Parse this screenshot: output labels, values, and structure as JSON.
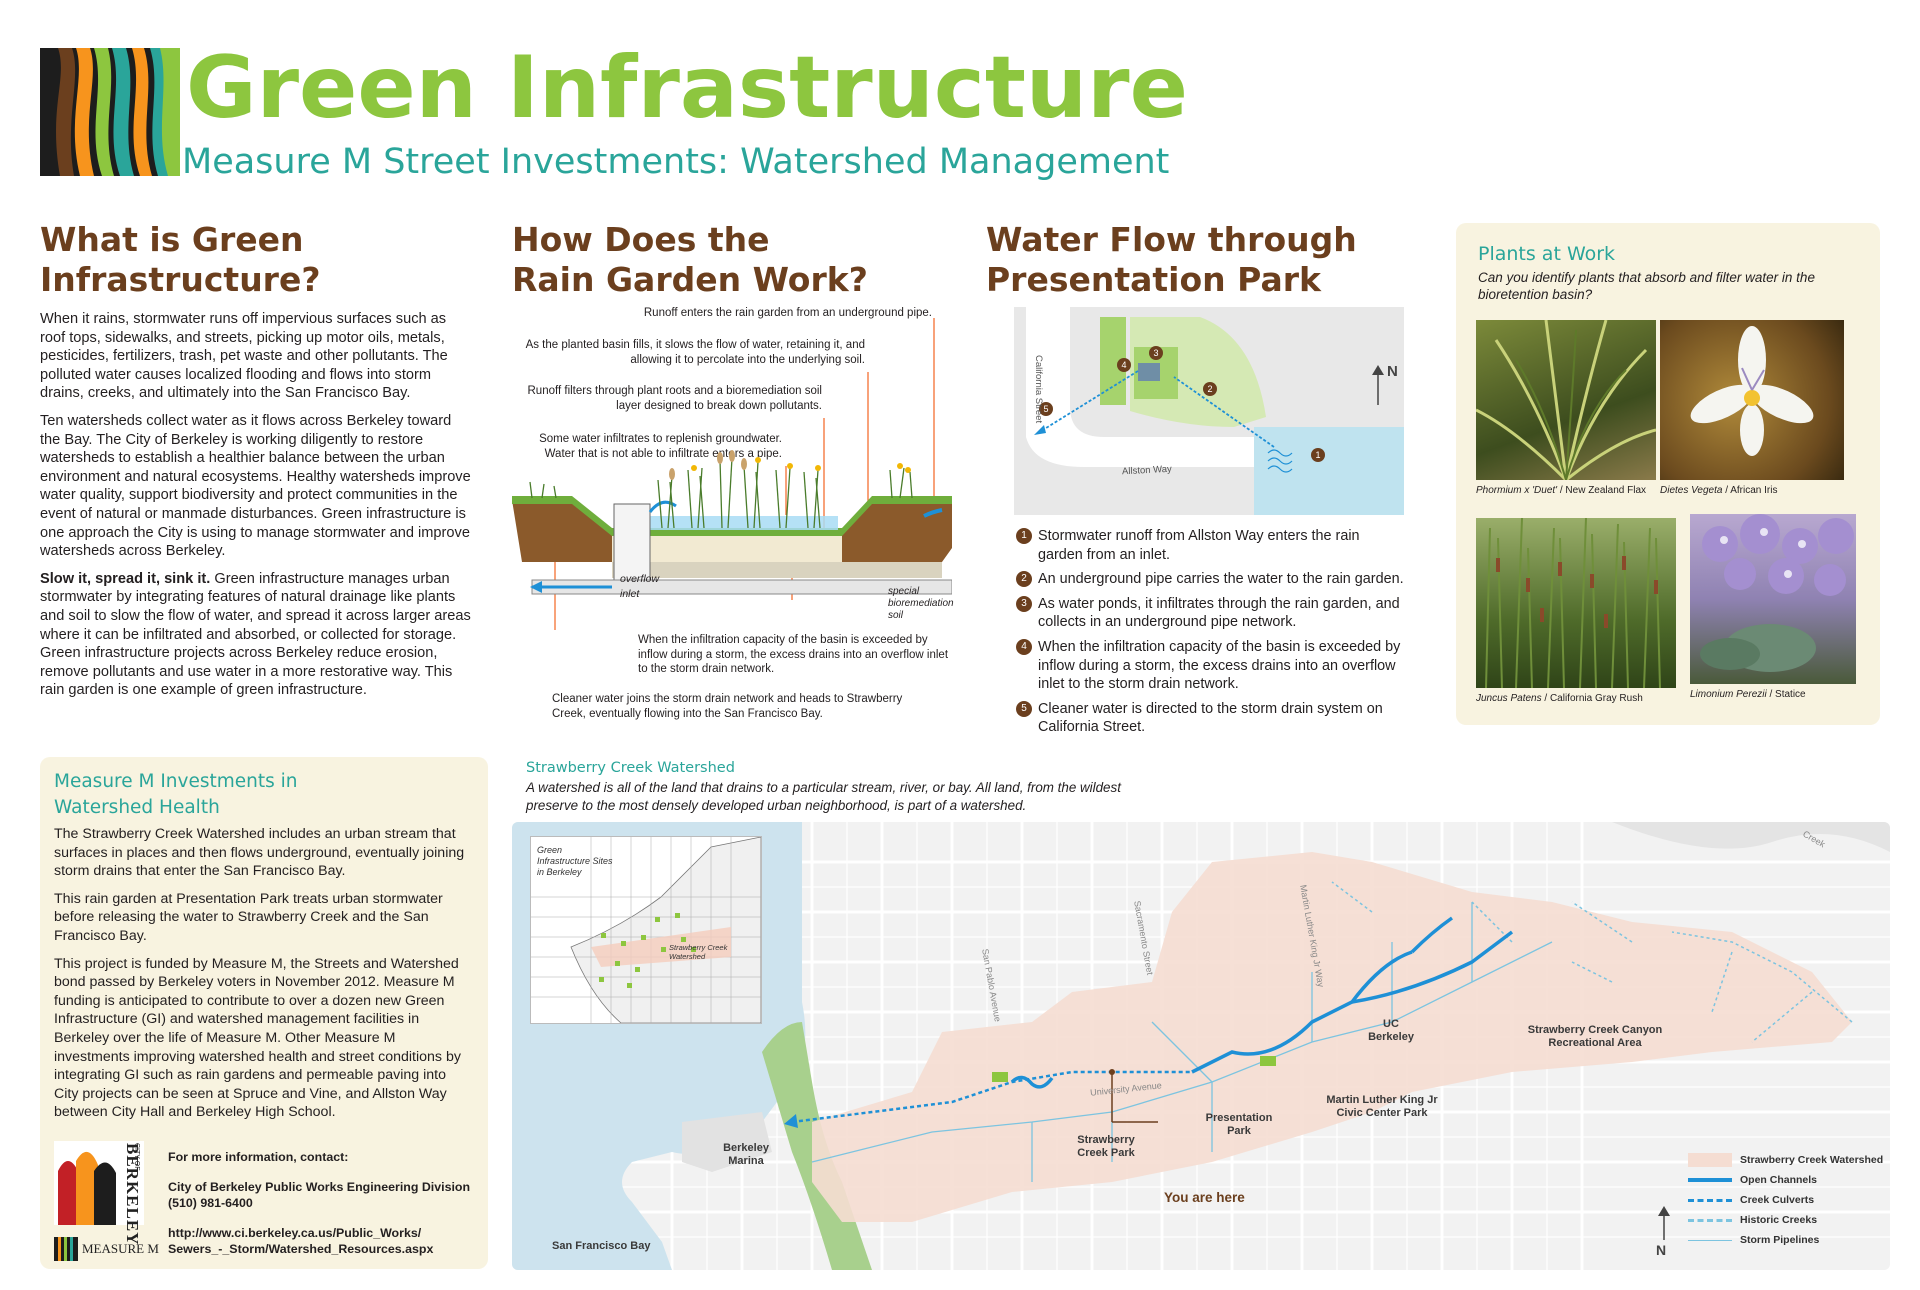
{
  "header": {
    "title": "Green Infrastructure",
    "subtitle": "Measure M Street Investments: Watershed Management"
  },
  "colors": {
    "title_green": "#8dc63f",
    "subtitle_teal": "#2aa59a",
    "heading_brown": "#6b3f1e",
    "panel_cream": "#f8f3e0",
    "watershed_pink": "#f5ddd2",
    "creek_blue": "#1e90d6"
  },
  "section_green": {
    "heading": "What is Green Infrastructure?",
    "p1": "When it rains, stormwater runs off impervious surfaces such as roof tops, sidewalks, and streets, picking up motor oils, metals, pesticides, fertilizers, trash, pet waste and other pollutants. The polluted water causes localized flooding and flows into storm drains, creeks, and ultimately into the San Francisco Bay.",
    "p2": "Ten watersheds collect water as it flows across Berkeley toward the Bay. The City of Berkeley is working diligently to restore watersheds to establish a healthier balance between the urban environment and natural ecosystems. Healthy watersheds improve water quality, support biodiversity and protect communities in the event of natural or manmade disturbances. Green infrastructure is one approach the City is using to manage stormwater and improve watersheds across Berkeley.",
    "p3_bold": "Slow it, spread it, sink it.",
    "p3": " Green infrastructure manages urban stormwater by integrating features of natural drainage like plants and soil to slow the flow of water, and spread it across larger areas where it can be infiltrated and absorbed, or collected for storage. Green infrastructure projects across Berkeley reduce erosion, remove pollutants and use water in a more restorative way. This rain garden is one example of green infrastructure."
  },
  "section_rain": {
    "heading_line1": "How Does the",
    "heading_line2": "Rain Garden Work?",
    "callouts": [
      "Runoff enters the rain garden from an underground pipe.",
      "As the planted basin fills, it slows the flow of water, retaining it, and allowing it to percolate into the underlying soil.",
      "Runoff filters through plant roots and a bioremediation soil layer designed to break down pollutants.",
      "Some water infiltrates to replenish groundwater. Water that is not able to infiltrate enters a pipe.",
      "When the infiltration capacity of the basin is exceeded by inflow during a storm, the excess drains into an overflow inlet to the storm drain network.",
      "Cleaner water joins the storm drain network and heads to Strawberry Creek, eventually flowing into the San Francisco Bay."
    ],
    "label_overflow": "overflow inlet",
    "label_soil": "special bioremediation soil"
  },
  "section_flow": {
    "heading_line1": "Water Flow through",
    "heading_line2": "Presentation Park",
    "map_street_california": "California Street",
    "map_street_allston": "Allston Way",
    "map_north": "N",
    "steps": [
      {
        "num": "1",
        "text": "Stormwater runoff from Allston Way enters the rain garden from an inlet."
      },
      {
        "num": "2",
        "text": "An underground pipe carries the water to the rain garden."
      },
      {
        "num": "3",
        "text": "As water ponds, it infiltrates through the rain garden, and collects in an underground pipe network."
      },
      {
        "num": "4",
        "text": "When the infiltration capacity of the basin is exceeded by inflow during a storm, the excess drains into an overflow inlet to the storm drain network."
      },
      {
        "num": "5",
        "text": "Cleaner water is directed to the storm drain system on California Street."
      }
    ]
  },
  "plants": {
    "heading": "Plants at Work",
    "question": "Can you identify plants that absorb and filter water in the bioretention basin?",
    "items": [
      {
        "latin": "Phormium x 'Duet'",
        "common": " / New Zealand Flax"
      },
      {
        "latin": "Dietes Vegeta",
        "common": " / African Iris"
      },
      {
        "latin": "Juncus Patens",
        "common": " / California Gray Rush"
      },
      {
        "latin": "Limonium Perezii",
        "common": " / Statice"
      }
    ]
  },
  "measure": {
    "heading_line1": "Measure M Investments in",
    "heading_line2": "Watershed Health",
    "p1": "The Strawberry Creek Watershed includes an urban stream that surfaces in places and then flows underground, eventually joining storm drains that enter the San Francisco Bay.",
    "p2": "This rain garden at Presentation Park treats urban stormwater before releasing the water to Strawberry Creek and the San Francisco Bay.",
    "p3": "This project is funded by Measure M, the Streets and Watershed bond passed by Berkeley voters in November 2012.  Measure M funding is anticipated to contribute to over a dozen new Green Infrastructure (GI) and watershed management facilities in Berkeley over the life of Measure M.  Other Measure M investments improving watershed health and street conditions by integrating GI such as rain gardens and permeable paving into City projects can be seen at Spruce and Vine, and Allston Way between City Hall and Berkeley High School.",
    "contact_heading": "For more information, contact:",
    "contact_org": "City of Berkeley Public Works Engineering Division",
    "contact_phone": "(510) 981-6400",
    "contact_url1": "http://www.ci.berkeley.ca.us/Public_Works/",
    "contact_url2": "Sewers_-_Storm/Watershed_Resources.aspx",
    "logo_city_small": "CITY OF",
    "logo_city": "BERKELEY",
    "logo_measure": "MEASURE M"
  },
  "watershed": {
    "heading": "Strawberry Creek Watershed",
    "description": "A watershed is all of the land that drains to a particular stream, river, or bay. All land, from the wildest preserve to the most densely developed urban neighborhood, is part of a watershed.",
    "inset_title": "Green Infrastructure Sites in Berkeley",
    "inset_label": "Strawberry Creek Watershed",
    "labels": {
      "uc": "UC Berkeley",
      "canyon": "Strawberry Creek Canyon Recreational Area",
      "mlk_park": "Martin Luther King Jr Civic Center Park",
      "presentation": "Presentation Park",
      "strawberry_park": "Strawberry Creek Park",
      "marina": "Berkeley Marina",
      "bay": "San Francisco Bay",
      "you_are_here": "You are here",
      "san_pablo": "San Pablo Avenue",
      "sacramento": "Sacramento Street",
      "mlk_way": "Martin Luther King Jr Way",
      "university": "University Avenue",
      "creek": "Creek",
      "north": "N"
    },
    "legend": [
      {
        "name": "Strawberry Creek Watershed"
      },
      {
        "name": "Open Channels"
      },
      {
        "name": "Creek Culverts"
      },
      {
        "name": "Historic Creeks"
      },
      {
        "name": "Storm Pipelines"
      }
    ]
  }
}
